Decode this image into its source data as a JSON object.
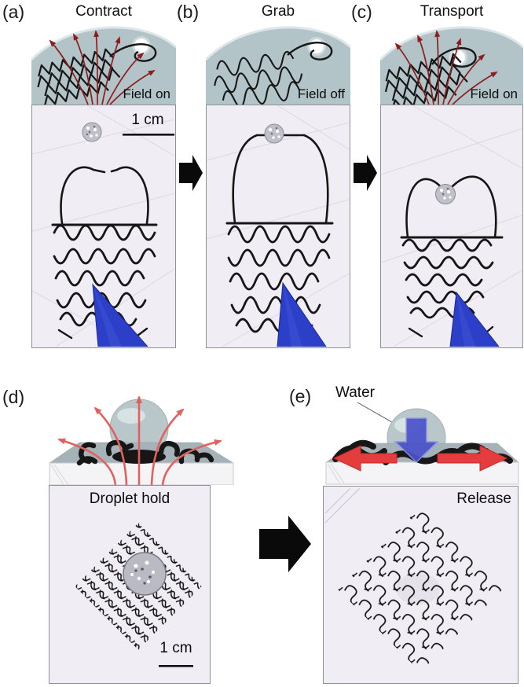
{
  "panels": {
    "a": {
      "label": "(a)",
      "title": "Contract",
      "field_state": "Field on",
      "scale_bar": "1 cm"
    },
    "b": {
      "label": "(b)",
      "title": "Grab",
      "field_state": "Field off"
    },
    "c": {
      "label": "(c)",
      "title": "Transport",
      "field_state": "Field on"
    },
    "d": {
      "label": "(d)",
      "caption": "Droplet hold",
      "scale_bar": "1 cm"
    },
    "e": {
      "label": "(e)",
      "water_annotation": "Water",
      "caption": "Release"
    }
  },
  "colors": {
    "schematic_background": "#b2c4c8",
    "field_arrow_red": "#8e1d1d",
    "photo_background": "#f0edf4",
    "wire_black": "#161616",
    "tweezers_blue": "#2b3fc8",
    "hold_arrow_salmon": "#e2615e",
    "release_side_arrow_red": "#e43d3d",
    "release_down_arrow_blue": "#4a52cb",
    "panel_arrow_black": "#0a0a0a"
  }
}
